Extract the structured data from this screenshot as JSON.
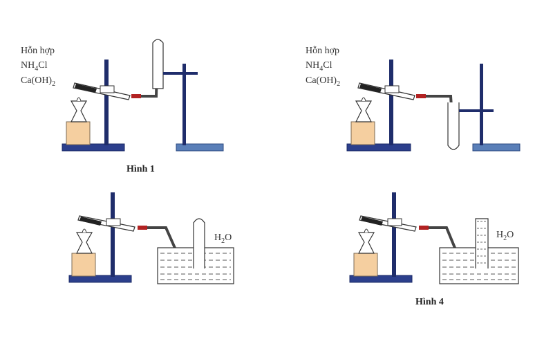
{
  "labels": {
    "mixture_line1": "Hỗn hợp",
    "nh4cl_main": "NH",
    "nh4cl_sub": "4",
    "nh4cl_tail": "Cl",
    "caoh2_main": "Ca(OH)",
    "caoh2_sub": "2",
    "water_main": "H",
    "water_sub": "2",
    "water_tail": "O"
  },
  "captions": {
    "fig1": "Hình 1",
    "fig4": "Hình 4"
  },
  "colors": {
    "stand_base": "#2c3f8c",
    "rod": "#1f2d6b",
    "block": "#f5cfa0",
    "connector": "#b22222",
    "line": "#444444"
  }
}
